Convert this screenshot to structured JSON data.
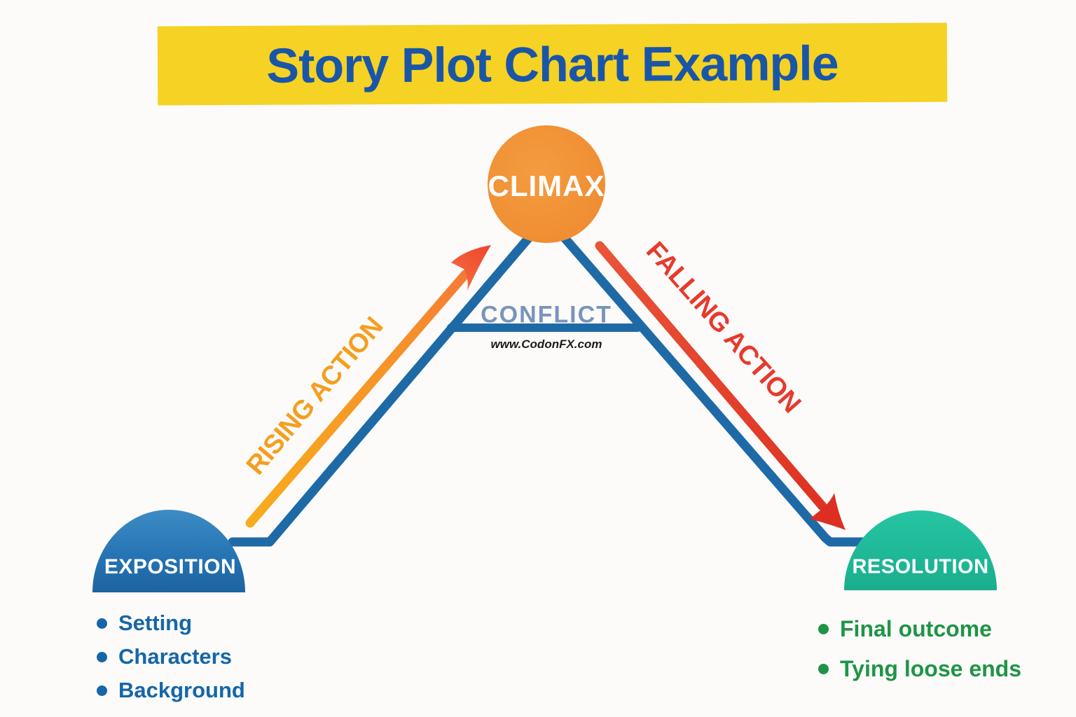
{
  "title": {
    "text": "Story Plot Chart Example"
  },
  "watermark": "www.CodonFX.com",
  "nodes": {
    "climax": "CLIMAX",
    "conflict": "CONFLICT",
    "exposition": "EXPOSITION",
    "resolution": "RESOLUTION"
  },
  "edges": {
    "rising": "RISING ACTION",
    "falling": "FALLING ACTION"
  },
  "exposition_details": [
    "Setting",
    "Characters",
    "Background"
  ],
  "resolution_details": [
    "Final outcome",
    "Tying loose ends"
  ],
  "colors": {
    "banner-yellow": "#F5D224",
    "title-blue": "#1A56A8",
    "plot-blue": "#1E6AA7",
    "climax-orange": "#F1913A",
    "rising-orange": "#F59E1F",
    "falling-red": "#E63A2E",
    "conflict-slate": "#7A94BB",
    "exposition-blue": "#2B78B6",
    "resolution-teal": "#1FBD9D",
    "list-blue": "#1566A8",
    "list-green": "#1F9447",
    "watermark-ink": "#1C1C1C"
  }
}
